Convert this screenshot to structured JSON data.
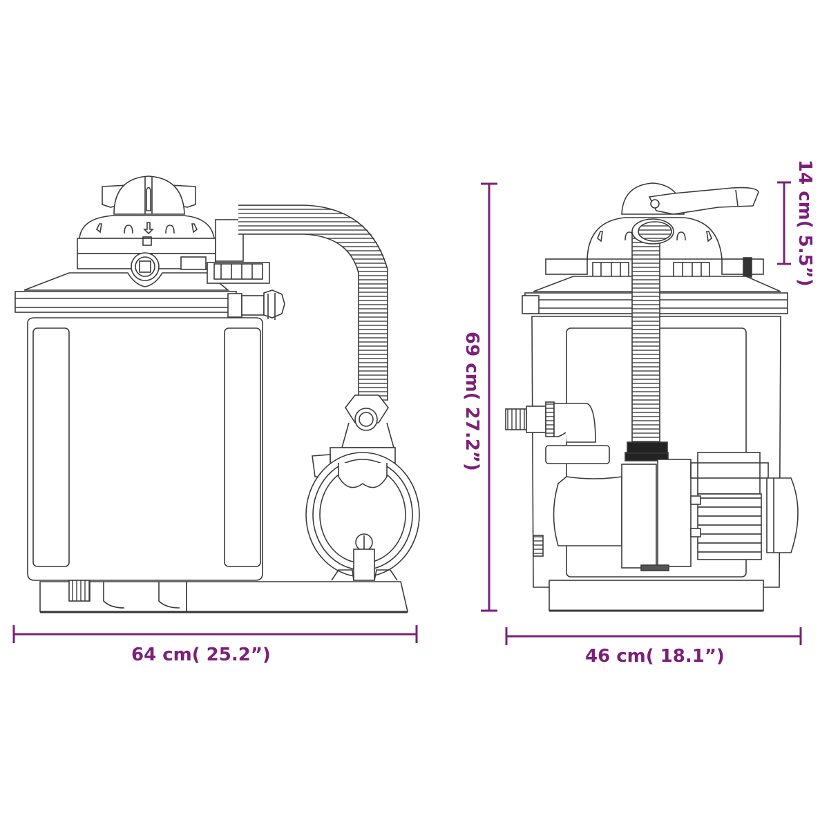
{
  "title": "Sand filter with pump – dimension drawing",
  "colors": {
    "dimension": "#7b1f7a",
    "line_art": "#3a3a3a",
    "background": "#ffffff"
  },
  "views": [
    {
      "name": "side-view",
      "description": "Side view: filter tank with multiport valve, corrugated hose, and pump"
    },
    {
      "name": "front-view",
      "description": "Front view: filter tank with lever valve, hose, and pump motor"
    }
  ],
  "dimensions": {
    "side_width": {
      "label": "64 cm( 25.2”)",
      "value_cm": 64,
      "value_in": 25.2,
      "orientation": "horizontal"
    },
    "front_width": {
      "label": "46 cm( 18.1”)",
      "value_cm": 46,
      "value_in": 18.1,
      "orientation": "horizontal"
    },
    "total_height": {
      "label": "69 cm( 27.2”)",
      "value_cm": 69,
      "value_in": 27.2,
      "orientation": "vertical"
    },
    "valve_height": {
      "label": "14 cm( 5.5”)",
      "value_cm": 14,
      "value_in": 5.5,
      "orientation": "vertical"
    }
  }
}
